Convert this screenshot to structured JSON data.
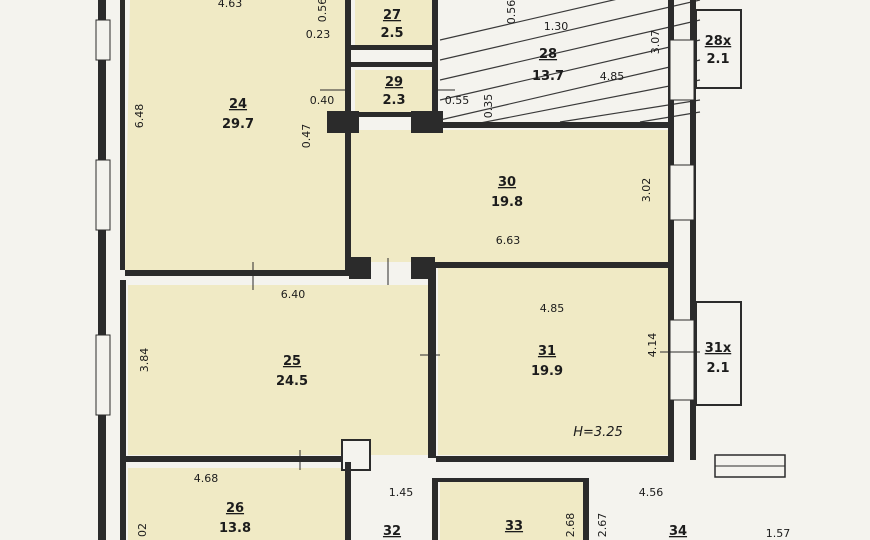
{
  "rooms": [
    {
      "id": "24",
      "number": "24",
      "area": "29.7"
    },
    {
      "id": "25",
      "number": "25",
      "area": "24.5"
    },
    {
      "id": "26",
      "number": "26",
      "area": "13.8"
    },
    {
      "id": "27",
      "number": "27",
      "area": "2.5"
    },
    {
      "id": "28",
      "number": "28",
      "area": "13.7"
    },
    {
      "id": "28x",
      "number": "28x",
      "area": "2.1"
    },
    {
      "id": "29",
      "number": "29",
      "area": "2.3"
    },
    {
      "id": "30",
      "number": "30",
      "area": "19.8"
    },
    {
      "id": "31",
      "number": "31",
      "area": "19.9"
    },
    {
      "id": "31x",
      "number": "31x",
      "area": "2.1"
    },
    {
      "id": "32",
      "number": "32",
      "area": ""
    },
    {
      "id": "33",
      "number": "33",
      "area": ""
    },
    {
      "id": "34",
      "number": "34",
      "area": ""
    }
  ],
  "dimensions": {
    "top_24": "4.63",
    "d_056": "0.56",
    "d_023": "0.23",
    "d_056b": "0.56",
    "d_130": "1.30",
    "d_307": "3.07",
    "d_485a": "4.85",
    "d_040": "0.40",
    "d_055": "0.55",
    "d_035": "0.35",
    "d_047": "0.47",
    "d_648": "6.48",
    "d_302": "3.02",
    "d_663": "6.63",
    "d_640": "6.40",
    "d_485b": "4.85",
    "d_414": "4.14",
    "d_384": "3.84",
    "height": "H=3.25",
    "d_468": "4.68",
    "d_145": "1.45",
    "d_456": "4.56",
    "d_02": "02",
    "d_268": "2.68",
    "d_267": "2.67",
    "d_157": "1.57"
  }
}
